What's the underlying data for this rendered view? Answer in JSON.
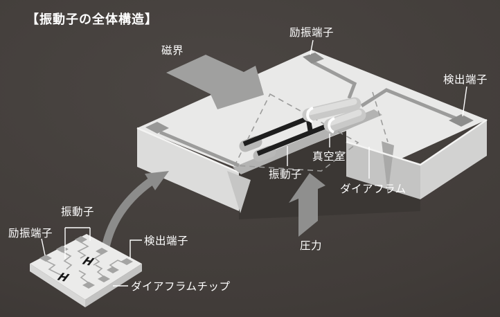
{
  "title": "【振動子の全体構造】",
  "palette": {
    "background": "#3e3a37",
    "chip_top": "#e9e9e8",
    "chip_side": "#d6d6d5",
    "metal_trace": "#9c9c9b",
    "beam_black": "#1e1e1e",
    "arrow_gray": "#9e9e9d",
    "label_white": "#ffffff"
  },
  "main_chip": {
    "label_magnetic_field": "磁界",
    "label_excitation_terminal": "励振端子",
    "label_detection_terminal": "検出端子",
    "label_vacuum_chamber": "真空室",
    "label_vibrator": "振動子",
    "label_diaphragm": "ダイアフラム",
    "label_pressure": "圧力"
  },
  "inset_chip": {
    "label_vibrator": "振動子",
    "label_excitation_terminal": "励振端子",
    "label_detection_terminal": "検出端子",
    "label_diaphragm_chip": "ダイアフラムチップ",
    "vibrator_mark": "H"
  }
}
